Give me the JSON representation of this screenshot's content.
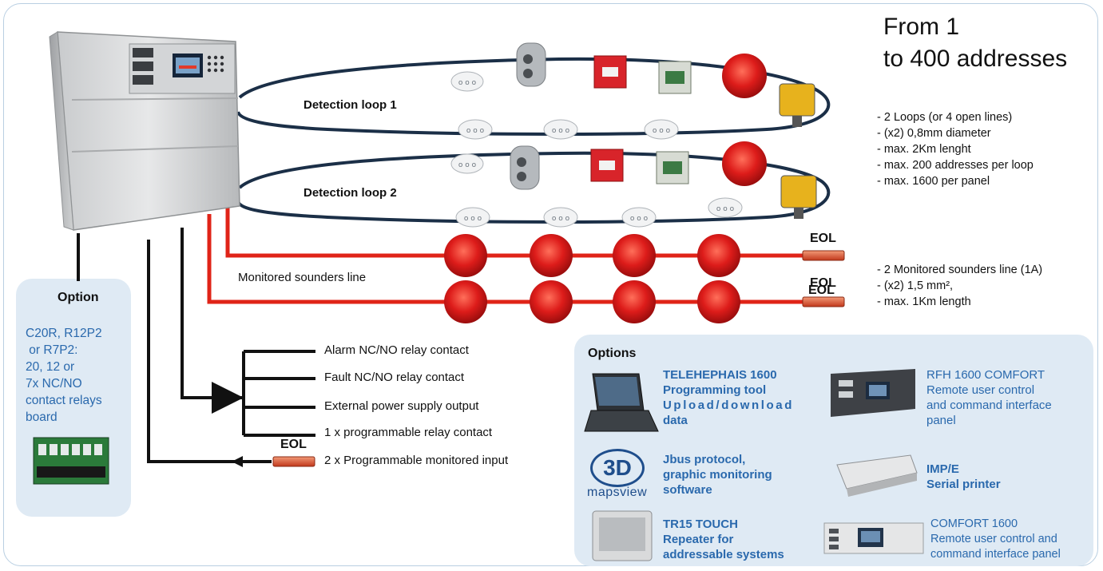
{
  "header": {
    "line1": "From 1",
    "line2": "to 400 addresses"
  },
  "specs_loops": [
    "- 2 Loops (or 4 open lines)",
    "- (x2) 0,8mm diameter",
    "- max. 2Km lenght",
    "- max. 200 addresses per loop",
    "- max. 1600 per panel"
  ],
  "specs_sounders": [
    "- 2 Monitored sounders line (1A)",
    "- (x2) 1,5 mm²,",
    "- max. 1Km length"
  ],
  "loops": {
    "loop1": "Detection loop 1",
    "loop2": "Detection loop 2"
  },
  "sounders": {
    "label": "Monitored sounders line",
    "eol1": "EOL",
    "eol2": "EOL",
    "eol2_overlay": "EOL"
  },
  "relays": [
    "Alarm NC/NO relay contact",
    "Fault NC/NO relay contact",
    "External power supply output",
    "1 x programmable relay contact",
    "2 x Programmable monitored input"
  ],
  "input_eol": "EOL",
  "left_option": {
    "title": "Option",
    "lines": [
      "C20R, R12P2",
      " or R7P2:",
      "20, 12 or",
      "7x NC/NO",
      "contact relays",
      "board"
    ]
  },
  "options": {
    "title": "Options",
    "telehephais": [
      "TELEHEPHAIS 1600",
      "Programming tool",
      "Upload/download",
      "data"
    ],
    "jbus": [
      "Jbus protocol,",
      "graphic monitoring",
      "software"
    ],
    "mapsview_logo": "3D",
    "mapsview_word": "mapsview",
    "tr15": [
      "TR15 TOUCH",
      "Repeater for",
      "addressable systems"
    ],
    "rfh": [
      "RFH 1600 COMFORT",
      "Remote user control",
      "and command interface",
      "panel"
    ],
    "imp": [
      "IMP/E",
      "Serial printer"
    ],
    "comfort": [
      "COMFORT 1600",
      "Remote user control and",
      "command interface panel"
    ]
  },
  "colors": {
    "loop_wire": "#1b2f47",
    "sounder_wire": "#e02418",
    "sounder": "#d8191c",
    "box_fill": "#dfeaf4",
    "option_text": "#2a69ad"
  }
}
